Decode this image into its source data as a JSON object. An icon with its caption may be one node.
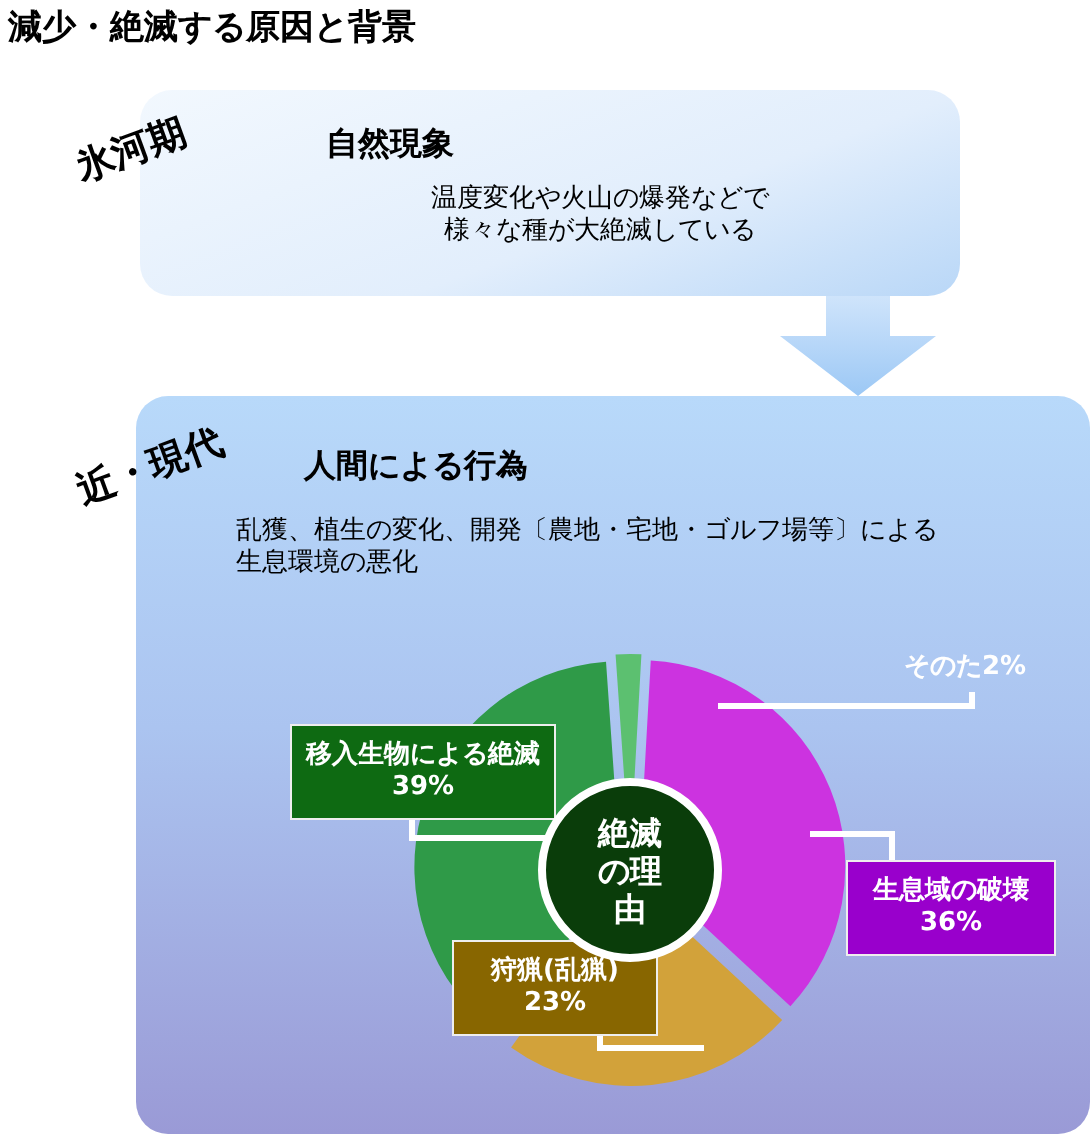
{
  "diagram": {
    "title": "減少・絶滅する原因と背景",
    "nodes": [
      {
        "text": [
          "氷河期",
          "自然現象",
          "温度変化や火山の爆発などで様々な種が大絶滅している"
        ]
      },
      {
        "text": [
          "近・現代",
          "人間による行為",
          "乱獲、植生の変化、開発〔農地・宅地・ゴルフ場等〕による生息環境の悪化"
        ]
      }
    ],
    "edges": [
      {
        "from": 0,
        "to": 1,
        "arrow": "to"
      }
    ],
    "chart_data": {
      "type": "donut",
      "title": "絶滅の理由",
      "categories": [
        "そのた",
        "生息域の破壊",
        "狩猟(乱猟)",
        "移入生物による絶滅"
      ],
      "series": [
        {
          "values": [
            2,
            36,
            23,
            39
          ],
          "colors": [
            "#5cc070",
            "#cc33e0",
            "#d2a23a",
            "#2f9a48"
          ]
        }
      ],
      "value_labels": [
        "2%",
        "36%",
        "23%",
        "39%"
      ]
    }
  }
}
